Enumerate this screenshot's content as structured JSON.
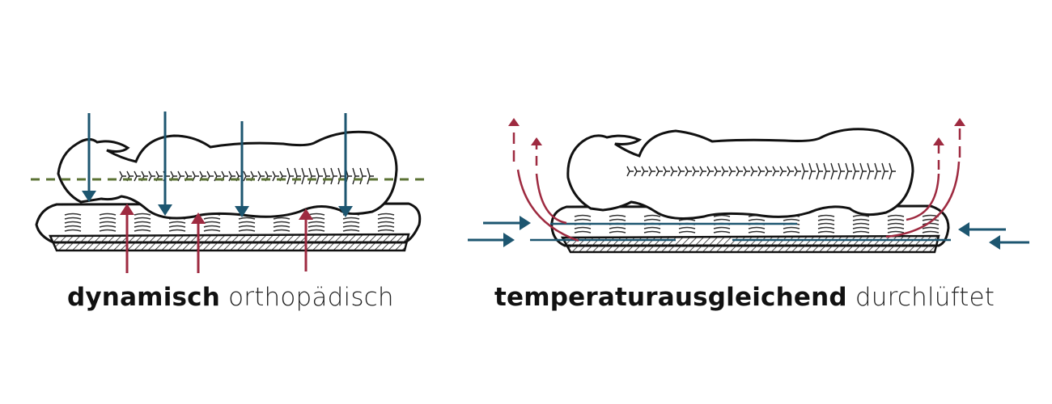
{
  "panels": [
    {
      "caption_bold": "dynamisch",
      "caption_light": "orthopädisch"
    },
    {
      "caption_bold": "temperaturausgleichend",
      "caption_light": "durchlüftet"
    }
  ],
  "colors": {
    "pressure_arrow": "#1d5670",
    "support_arrow": "#9e2a40",
    "spine_line": "#5b7234",
    "outline": "#111111"
  }
}
